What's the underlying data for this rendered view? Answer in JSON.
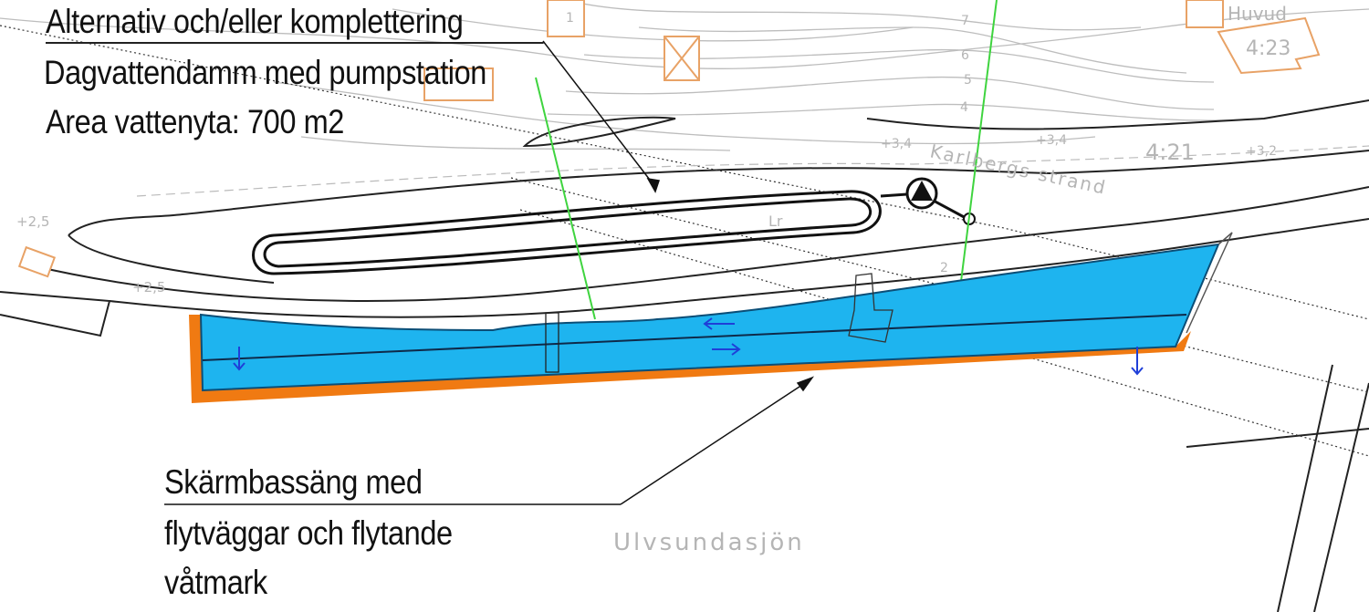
{
  "annotations": {
    "top_title": "Alternativ och/eller komplettering",
    "top_line2": "Dagvattendamm med pumpstation",
    "top_line3": "Area vattenyta: 700 m2",
    "bottom_line1": "Skärmbassäng med",
    "bottom_line2": "flytväggar och flytande",
    "bottom_line3": "våtmark"
  },
  "map_labels": {
    "lake": "Ulvsundasjön",
    "street": "Karlbergs strand",
    "parcel_421": "4:21",
    "parcel_423": "4:23",
    "parcel_name": "Huvud",
    "elev_34a": "+3,4",
    "elev_34b": "+3,4",
    "elev_32": "+3,2",
    "elev_25a": "+2,5",
    "elev_25b": "+2,5",
    "lr": "Lr",
    "contours": [
      "7",
      "6",
      "5",
      "4",
      "2",
      "1"
    ]
  },
  "colors": {
    "water": "#1eb4ef",
    "barrier": "#f07a12",
    "pipe": "#3fd43f",
    "building": "#e8a266",
    "flow_arrow": "#1f3fd8"
  }
}
